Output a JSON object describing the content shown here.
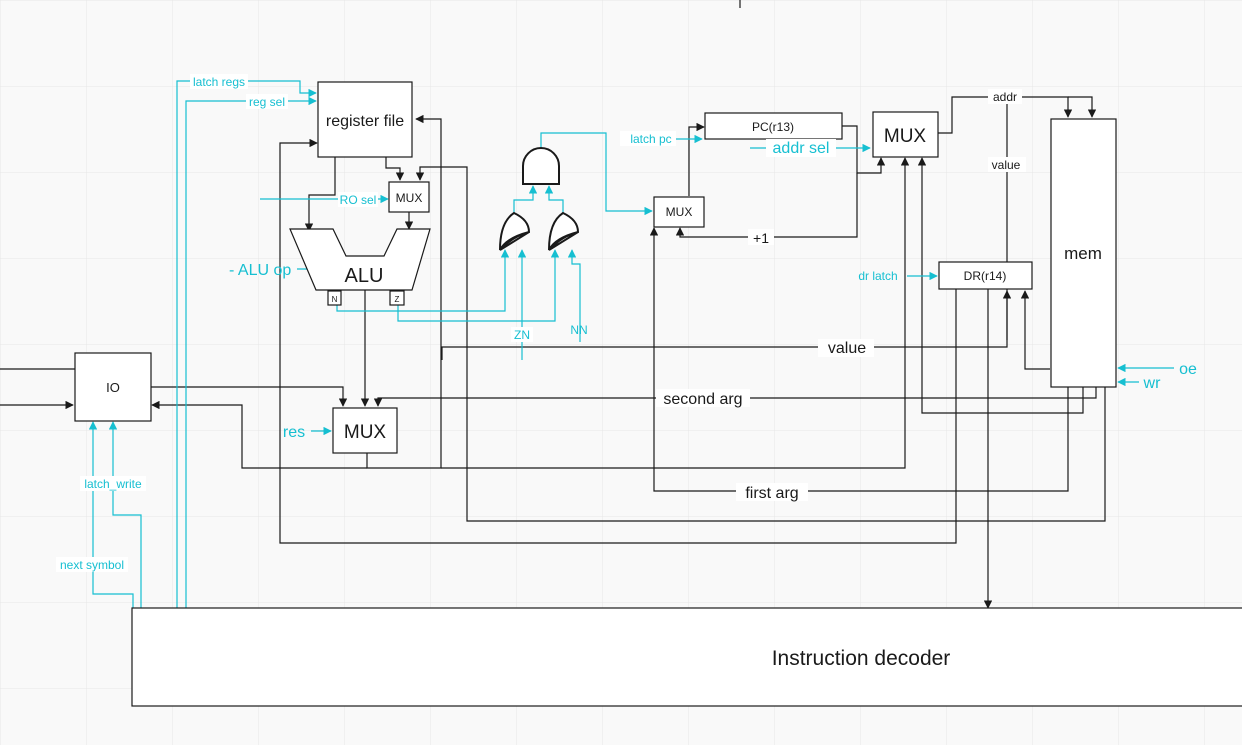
{
  "colors": {
    "background": "#f9f9f9",
    "grid": "#e6e6e6",
    "wire": "#1a1a1a",
    "control": "#16bfd1"
  },
  "blocks": {
    "register_file": "register file",
    "mux_ro": "MUX",
    "alu": "ALU",
    "flag_n": "N",
    "flag_z": "Z",
    "mux_res": "MUX",
    "io": "IO",
    "pc": "PC(r13)",
    "mux_pc": "MUX",
    "mux_addr": "MUX",
    "dr": "DR(r14)",
    "mem": "mem",
    "decoder": "Instruction decoder"
  },
  "signals": {
    "latch_regs": "latch regs",
    "reg_sel": "reg sel",
    "ro_sel": "RO sel",
    "alu_op": "ALU op",
    "res": "res",
    "latch_write": "latch_write",
    "next_symbol": "next symbol",
    "zn": "ZN",
    "nn": "NN",
    "latch_pc": "latch pc",
    "addr_sel": "addr sel",
    "dr_latch": "dr latch",
    "oe": "oe",
    "wr": "wr"
  },
  "buses": {
    "plus_one": "+1",
    "addr": "addr",
    "value_top": "value",
    "value": "value",
    "second_arg": "second arg",
    "first_arg": "first arg"
  }
}
